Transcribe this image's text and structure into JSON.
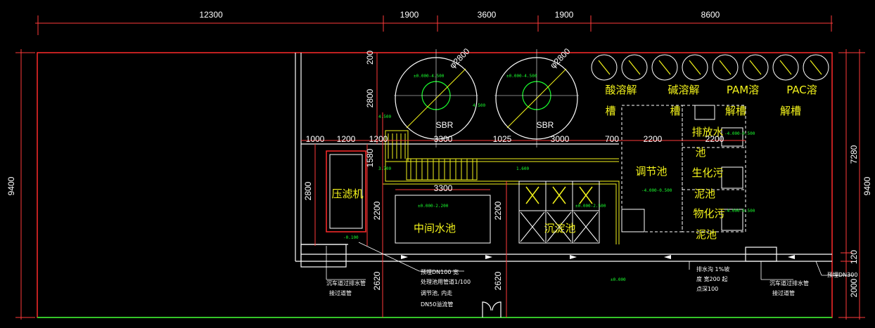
{
  "dims_top": [
    "12300",
    "1900",
    "3600",
    "1900",
    "8600"
  ],
  "dims_left": "9400",
  "dims_right": [
    "7280",
    "9400",
    "2000",
    "120"
  ],
  "dims_inner_row": [
    "1000",
    "1200",
    "1200",
    "3300",
    "1025",
    "3000",
    "700",
    "2200",
    "2200"
  ],
  "dims_vertical": [
    "200",
    "2800",
    "1580",
    "2800",
    "2200",
    "2200",
    "2620",
    "2620"
  ],
  "dim_3300_lower": "3300",
  "tank_diameter": "φ2800",
  "tanks": [
    "SBR",
    "SBR"
  ],
  "labels": {
    "filter_press": "压滤机",
    "middle_pool": "中间水池",
    "sediment_pool": "沉淀池",
    "adjust_pool": "调节池",
    "drain_pool_1": "排放水",
    "drain_pool_2": "池",
    "bio_pool_1": "生化污",
    "bio_pool_2": "泥池",
    "phys_pool_1": "物化污",
    "phys_pool_2": "泥池",
    "acid_1": "酸溶解",
    "acid_2": "槽",
    "alkali_1": "碱溶解",
    "alkali_2": "槽",
    "pam_1": "PAM溶",
    "pam_2": "解槽",
    "pac_1": "PAC溶",
    "pac_2": "解槽"
  },
  "levels": [
    "±0.000-4.500",
    "±0.000-4.500",
    "4.500",
    "4.500",
    "3.700",
    "1.600",
    "±0.000-2.200",
    "±0.000-2.500",
    "-4.000-0.500",
    "-4.000-0.500",
    "-4.000-0.500",
    "-0.100",
    "±0.000"
  ],
  "notes": {
    "pipe_1": "预埋DN100 宽",
    "pipe_2": "处理池用管道1/100",
    "pipe_3": "调节池, 内走",
    "pipe_4": "DN50溢流管",
    "drain_1": "排水沟 1%坡",
    "drain_2": "度 宽200 起",
    "drain_3": "点深100",
    "trench_left_1": "沉车道过排水管",
    "trench_left_2": "接过道管",
    "trench_right_1": "沉车道过排水管",
    "trench_right_2": "接过道管",
    "trench_right_3": "预埋DN300"
  },
  "colors": {
    "outline": "#ff2a2a",
    "wall": "#ffffff",
    "yellow": "#f3f31b",
    "green": "#1bff2f",
    "dim": "#ff3a3a"
  }
}
